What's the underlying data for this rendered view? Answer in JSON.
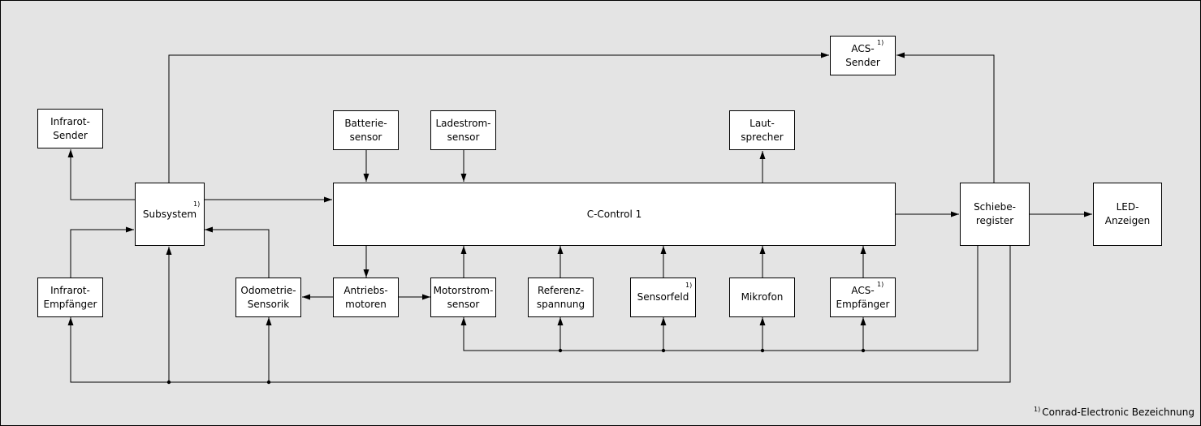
{
  "blocks": {
    "acs_sender": [
      "ACS-",
      "Sender"
    ],
    "infrarot_sender": [
      "Infrarot-",
      "Sender"
    ],
    "batteriesensor": [
      "Batterie-",
      "sensor"
    ],
    "ladestromsensor": [
      "Ladestrom-",
      "sensor"
    ],
    "lautsprecher": [
      "Laut-",
      "sprecher"
    ],
    "subsystem": [
      "Subsystem"
    ],
    "c_control": [
      "C-Control 1"
    ],
    "schieberegister": [
      "Schiebe-",
      "register"
    ],
    "led_anzeigen": [
      "LED-",
      "Anzeigen"
    ],
    "infrarot_empfaenger": [
      "Infrarot-",
      "Empfänger"
    ],
    "odometrie": [
      "Odometrie-",
      "Sensorik"
    ],
    "antriebsmotoren": [
      "Antriebs-",
      "motoren"
    ],
    "motorstromsensor": [
      "Motorstrom-",
      "sensor"
    ],
    "referenzspannung": [
      "Referenz-",
      "spannung"
    ],
    "sensorfeld": [
      "Sensorfeld"
    ],
    "mikrofon": [
      "Mikrofon"
    ],
    "acs_empfaenger": [
      "ACS-",
      "Empfänger"
    ]
  },
  "superscript": "1)",
  "footnote": {
    "mark": "1)",
    "text": "Conrad-Electronic Bezeichnung"
  }
}
